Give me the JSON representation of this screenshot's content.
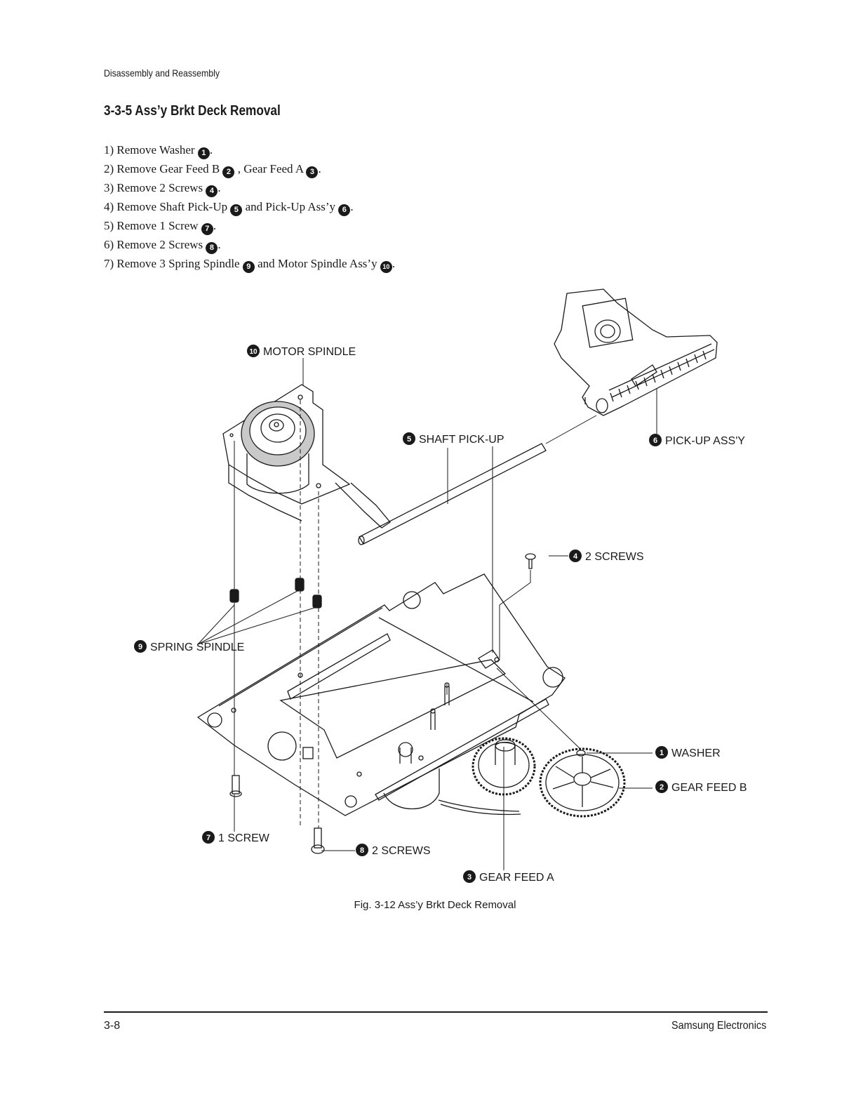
{
  "header": "Disassembly and Reassembly",
  "section_title": "3-3-5 Ass’y Brkt Deck Removal",
  "steps": [
    {
      "prefix": "1) Remove Washer ",
      "b1": "1",
      "mid": "",
      "b2": "",
      "suffix": "."
    },
    {
      "prefix": "2) Remove Gear Feed B ",
      "b1": "2",
      "mid": " , Gear Feed A ",
      "b2": "3",
      "suffix": "."
    },
    {
      "prefix": "3) Remove 2 Screws ",
      "b1": "4",
      "mid": "",
      "b2": "",
      "suffix": "."
    },
    {
      "prefix": "4) Remove Shaft Pick-Up ",
      "b1": "5",
      "mid": " and Pick-Up Ass’y ",
      "b2": "6",
      "suffix": "."
    },
    {
      "prefix": "5) Remove 1 Screw ",
      "b1": "7",
      "mid": "",
      "b2": "",
      "suffix": "."
    },
    {
      "prefix": "6) Remove 2 Screws ",
      "b1": "8",
      "mid": "",
      "b2": "",
      "suffix": "."
    },
    {
      "prefix": "7) Remove 3 Spring Spindle ",
      "b1": "9",
      "mid": " and Motor Spindle Ass’y ",
      "b2": "10",
      "suffix": "."
    }
  ],
  "callouts": {
    "motor_spindle": {
      "num": "10",
      "text": "MOTOR SPINDLE"
    },
    "shaft_pickup": {
      "num": "5",
      "text": "SHAFT PICK-UP"
    },
    "pickup_assy": {
      "num": "6",
      "text": "PICK-UP ASS'Y"
    },
    "screws_2a": {
      "num": "4",
      "text": "2 SCREWS"
    },
    "spring_spindle": {
      "num": "9",
      "text": "SPRING SPINDLE"
    },
    "washer": {
      "num": "1",
      "text": "WASHER"
    },
    "gear_feed_b": {
      "num": "2",
      "text": "GEAR FEED B"
    },
    "screw_1": {
      "num": "7",
      "text": "1 SCREW"
    },
    "screws_2b": {
      "num": "8",
      "text": "2 SCREWS"
    },
    "gear_feed_a": {
      "num": "3",
      "text": "GEAR FEED A"
    }
  },
  "caption": "Fig. 3-12 Ass’y Brkt Deck Removal",
  "footer": {
    "page": "3-8",
    "company": "Samsung Electronics"
  }
}
